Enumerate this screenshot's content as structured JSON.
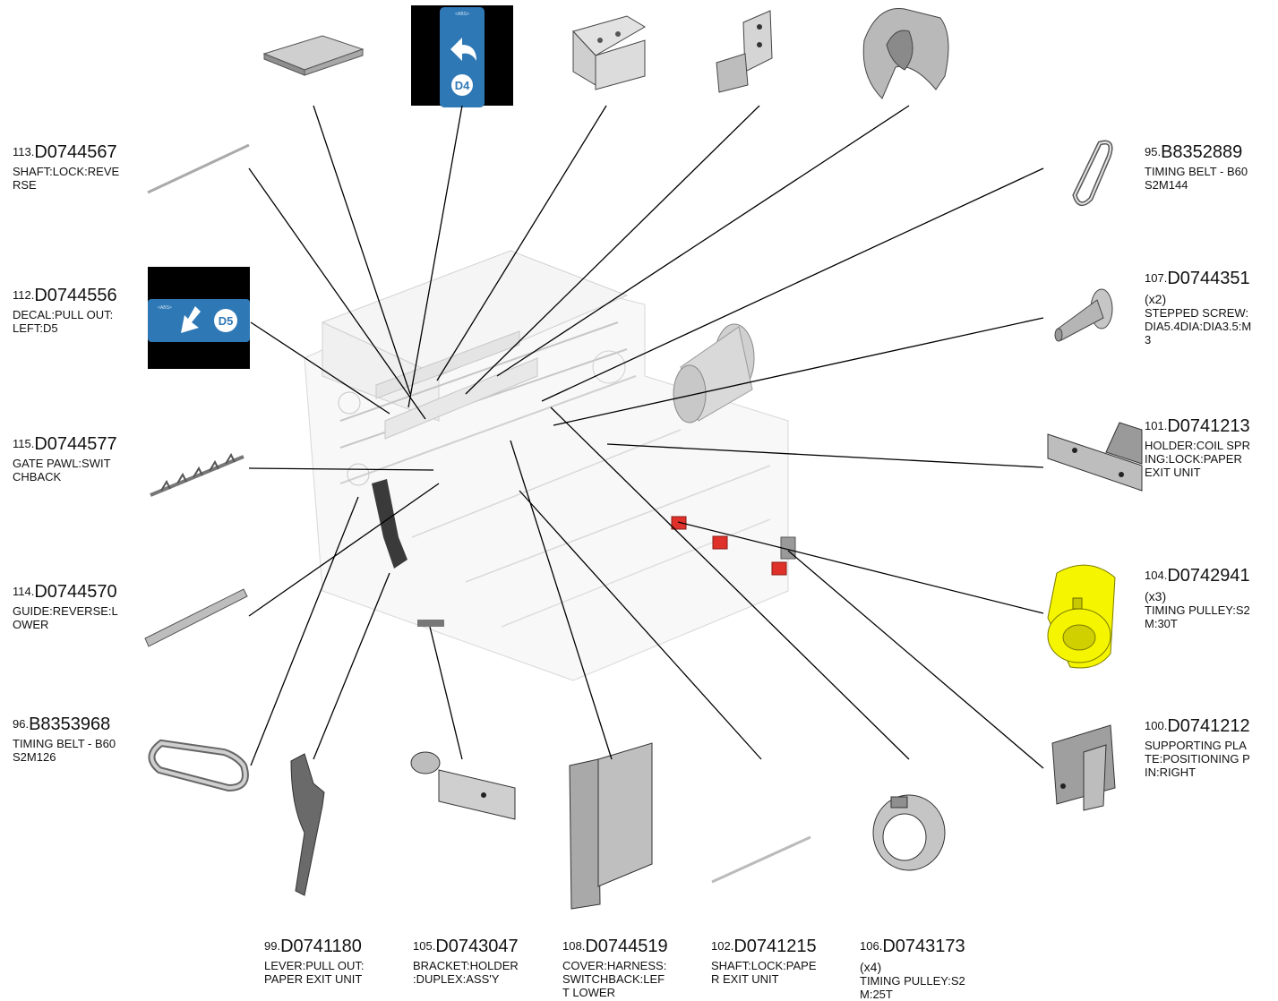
{
  "parts": [
    {
      "id": "p113",
      "num": "113.",
      "code": "D0744567",
      "qty": "",
      "desc": "SHAFT:LOCK:REVE\nRSE"
    },
    {
      "id": "p112",
      "num": "112.",
      "code": "D0744556",
      "qty": "",
      "desc": "DECAL:PULL OUT:\nLEFT:D5"
    },
    {
      "id": "p115",
      "num": "115.",
      "code": "D0744577",
      "qty": "",
      "desc": "GATE PAWL:SWIT\nCHBACK"
    },
    {
      "id": "p114",
      "num": "114.",
      "code": "D0744570",
      "qty": "",
      "desc": "GUIDE:REVERSE:L\nOWER"
    },
    {
      "id": "p96",
      "num": "96.",
      "code": "B8353968",
      "qty": "",
      "desc": "TIMING BELT - B60\nS2M126"
    },
    {
      "id": "p95",
      "num": "95.",
      "code": "B8352889",
      "qty": "",
      "desc": "TIMING BELT - B60\nS2M144"
    },
    {
      "id": "p107",
      "num": "107.",
      "code": "D0744351",
      "qty": "(x2)",
      "desc": "STEPPED SCREW:\nDIA5.4DIA:DIA3.5:M\n3"
    },
    {
      "id": "p101",
      "num": "101.",
      "code": "D0741213",
      "qty": "",
      "desc": "HOLDER:COIL SPR\nING:LOCK:PAPER\nEXIT UNIT"
    },
    {
      "id": "p104",
      "num": "104.",
      "code": "D0742941",
      "qty": "(x3)",
      "desc": "TIMING PULLEY:S2\nM:30T"
    },
    {
      "id": "p100",
      "num": "100.",
      "code": "D0741212",
      "qty": "",
      "desc": "SUPPORTING PLA\nTE:POSITIONING P\nIN:RIGHT"
    },
    {
      "id": "p99",
      "num": "99.",
      "code": "D0741180",
      "qty": "",
      "desc": "LEVER:PULL OUT:\nPAPER EXIT UNIT"
    },
    {
      "id": "p105",
      "num": "105.",
      "code": "D0743047",
      "qty": "",
      "desc": "BRACKET:HOLDER\n:DUPLEX:ASS'Y"
    },
    {
      "id": "p108",
      "num": "108.",
      "code": "D0744519",
      "qty": "",
      "desc": "COVER:HARNESS:\nSWITCHBACK:LEF\nT LOWER"
    },
    {
      "id": "p102",
      "num": "102.",
      "code": "D0741215",
      "qty": "",
      "desc": "SHAFT:LOCK:PAPE\nR EXIT UNIT"
    },
    {
      "id": "p106",
      "num": "106.",
      "code": "D0743173",
      "qty": "(x4)",
      "desc": "TIMING PULLEY:S2\nM:25T"
    }
  ],
  "decals": {
    "d4_label": "D4",
    "d5_label": "D5",
    "tiny_text": "<ABS>"
  },
  "colors": {
    "decal_blue": "#2f78b6",
    "highlight_yellow": "#f5f500",
    "marker_red": "#e0302a",
    "leader_line": "#000000"
  }
}
